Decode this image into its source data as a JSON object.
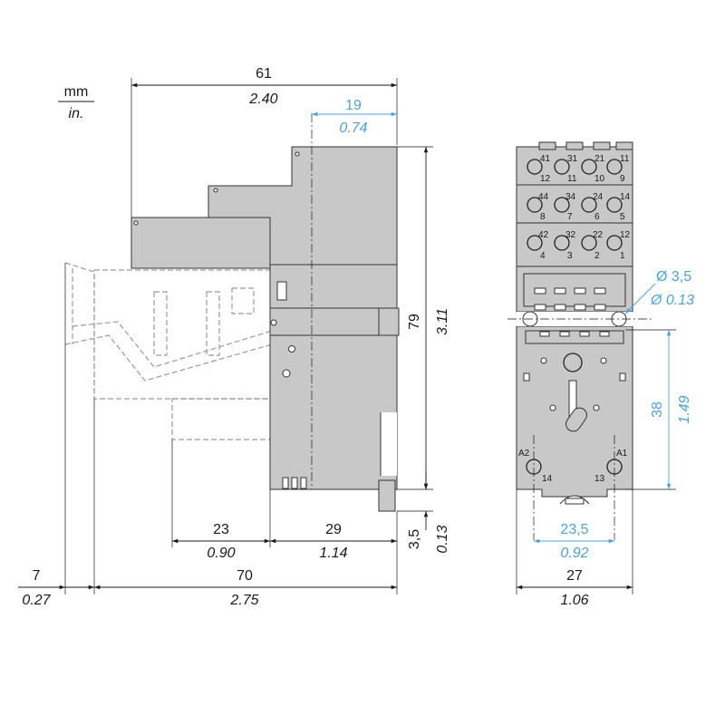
{
  "units": {
    "primary": "mm",
    "secondary": "in."
  },
  "side_view": {
    "width_total": {
      "mm": "61",
      "in": "2.40"
    },
    "width_top": {
      "mm": "19",
      "in": "0.74"
    },
    "height": {
      "mm": "79",
      "in": "3.11"
    },
    "lower_left": {
      "mm": "23",
      "in": "0.90"
    },
    "lower_right": {
      "mm": "29",
      "in": "1.14"
    },
    "rail_offset": {
      "mm": "3,5",
      "in": "0.13"
    },
    "overhang": {
      "mm": "7",
      "in": "0.27"
    },
    "overall": {
      "mm": "70",
      "in": "2.75"
    }
  },
  "front_view": {
    "hole_dia": {
      "mm": "Ø 3,5",
      "in": "Ø 0.13"
    },
    "hole_spacing_v": {
      "mm": "38",
      "in": "1.49"
    },
    "hole_spacing_h": {
      "mm": "23,5",
      "in": "0.92"
    },
    "width": {
      "mm": "27",
      "in": "1.06"
    },
    "pins_row1_top": [
      "41",
      "31",
      "21",
      "11"
    ],
    "pins_row1_bottom": [
      "12",
      "11",
      "10",
      "9"
    ],
    "pins_row2_top": [
      "44",
      "34",
      "24",
      "14"
    ],
    "pins_row2_bottom": [
      "8",
      "7",
      "6",
      "5"
    ],
    "pins_row3_top": [
      "42",
      "32",
      "22",
      "12"
    ],
    "pins_row3_bottom": [
      "4",
      "3",
      "2",
      "1"
    ],
    "coil_left": "A2",
    "coil_right": "A1",
    "coil_left_num": "14",
    "coil_right_num": "13"
  },
  "colors": {
    "accent": "#4aa3df",
    "body": "#c8c8c8",
    "line": "#1a1a1a"
  }
}
